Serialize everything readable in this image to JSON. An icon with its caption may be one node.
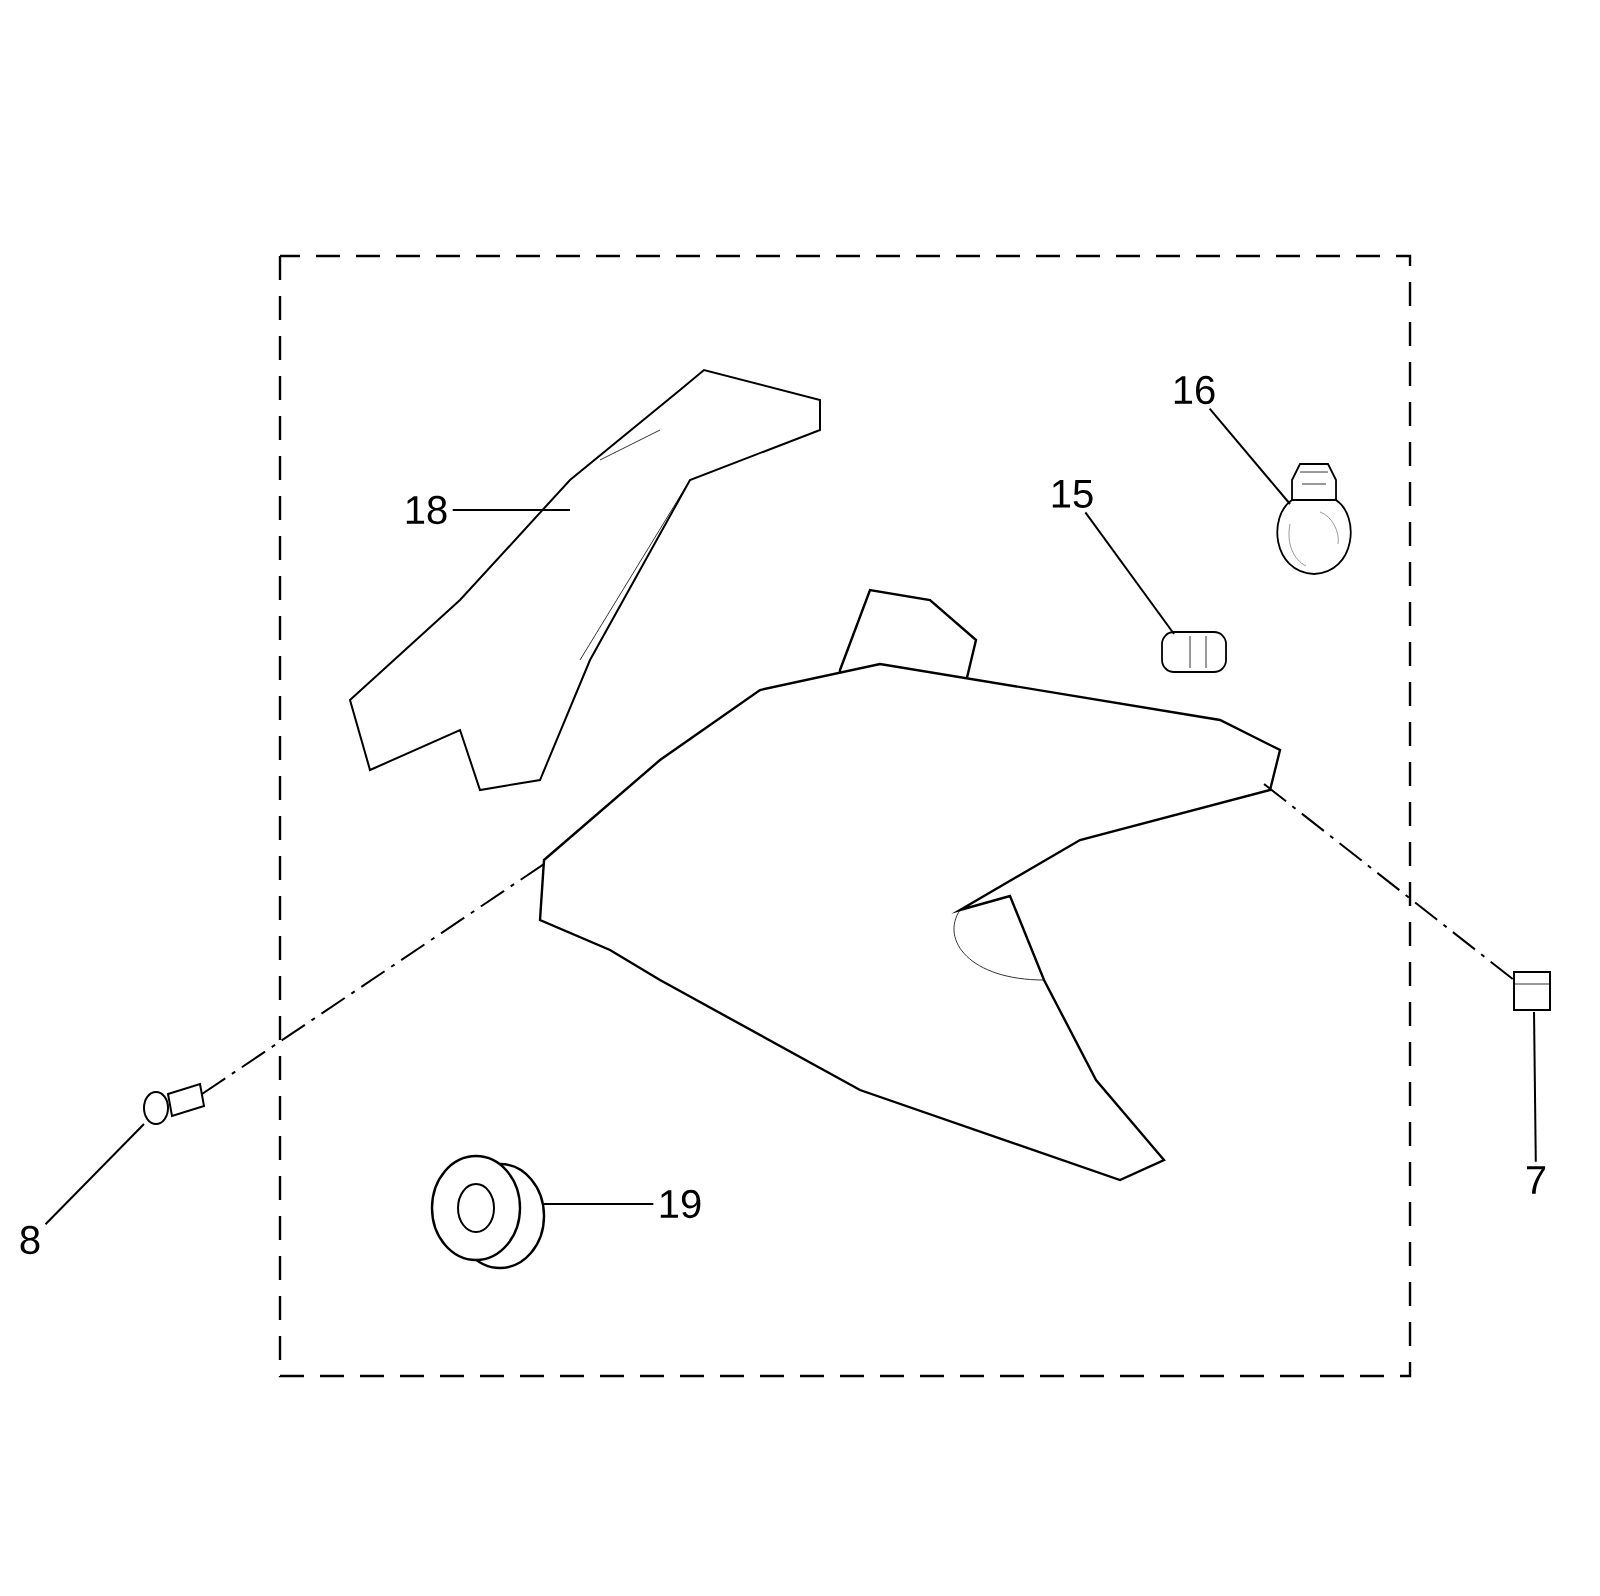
{
  "diagram": {
    "nodes": [
      {
        "text": [
          "16"
        ]
      },
      {
        "text": [],
        "shape": "picture"
      },
      {
        "text": [
          "15"
        ]
      },
      {
        "text": [],
        "shape": "picture"
      },
      {
        "text": [
          "18"
        ]
      },
      {
        "text": [],
        "shape": "picture"
      },
      {
        "text": [],
        "shape": "picture"
      },
      {
        "text": [
          "7"
        ]
      },
      {
        "text": [],
        "shape": "picture"
      },
      {
        "text": [
          "8"
        ]
      },
      {
        "text": [],
        "shape": "picture"
      },
      {
        "text": [
          "19"
        ]
      },
      {
        "text": [],
        "shape": "picture"
      }
    ],
    "edges": [
      {
        "from": 0,
        "to": 1,
        "arrow": "none"
      },
      {
        "from": 2,
        "to": 3,
        "arrow": "none"
      },
      {
        "from": 4,
        "to": 5,
        "arrow": "none"
      },
      {
        "from": 7,
        "to": 8,
        "arrow": "none"
      },
      {
        "from": 9,
        "to": 10,
        "arrow": "none"
      },
      {
        "from": 11,
        "to": 12,
        "arrow": "none"
      },
      {
        "from": 10,
        "to": 6,
        "arrow": "none",
        "style": "dashed"
      },
      {
        "from": 6,
        "to": 8,
        "arrow": "none",
        "style": "dashed"
      }
    ]
  }
}
